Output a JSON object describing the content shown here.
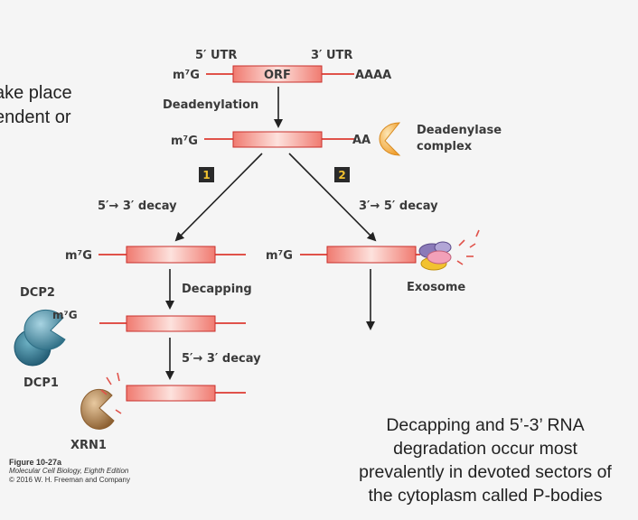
{
  "slide": {
    "left_text_lines": [
      "ake place",
      "endent or"
    ],
    "caption_lines": [
      "Decapping and 5’-3’ RNA",
      "degradation occur most",
      "prevalently in devoted sectors of",
      "the cytoplasm called P-bodies"
    ]
  },
  "diagram": {
    "utr5": "5′ UTR",
    "utr3": "3′ UTR",
    "orf": "ORF",
    "cap": "m⁷G",
    "polyA": "AAAA",
    "shortA": "AA",
    "deadenylation": "Deadenylation",
    "deadenylase_line1": "Deadenylase",
    "deadenylase_line2": "complex",
    "path1_number": "1",
    "path2_number": "2",
    "decay53": "5′→ 3′ decay",
    "decay35": "3′→ 5′ decay",
    "exosome": "Exosome",
    "decapping": "Decapping",
    "dcp2": "DCP2",
    "dcp1": "DCP1",
    "xrn1": "XRN1"
  },
  "credit": {
    "figure": "Figure 10-27a",
    "book": "Molecular Cell Biology, Eighth Edition",
    "copyright": "© 2016 W. H. Freeman and Company"
  },
  "colors": {
    "rna_line": "#e0524a",
    "box_fill": "#f4a6a0",
    "box_stroke": "#c9302c",
    "badge": "#2a2a2a",
    "badge_text": "#f2c230",
    "deadenylase": "#f5a623",
    "dcp": "#4a8fa8",
    "xrn1": "#b98a55"
  }
}
